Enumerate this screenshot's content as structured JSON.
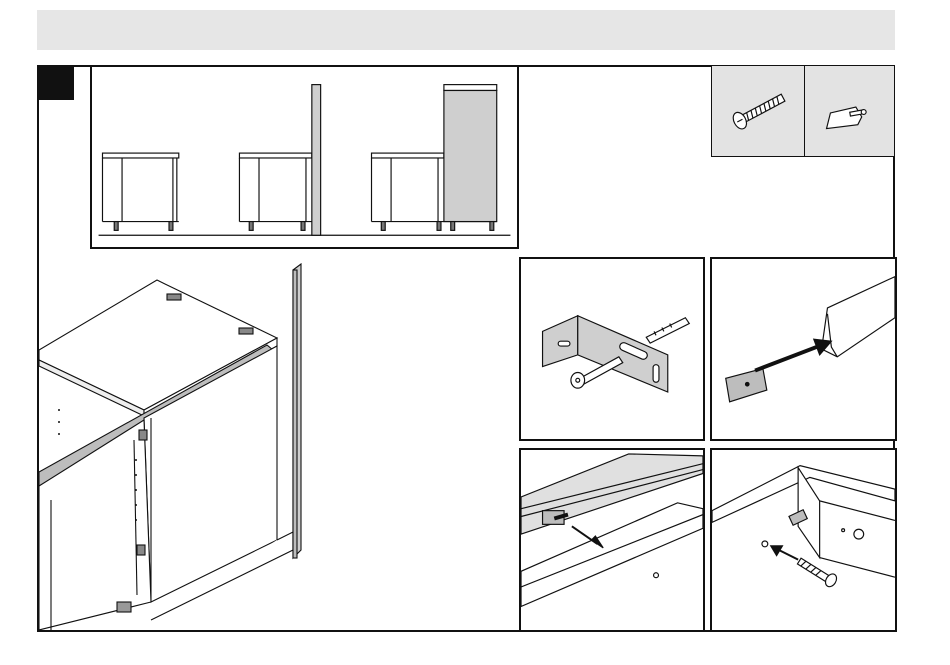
{
  "step": {
    "number": "",
    "badge_color": "#111111"
  },
  "colors": {
    "header": "#e6e6e6",
    "line": "#111111",
    "parts_bg": "#e3e3e3",
    "panel_fill": "#d4d4d4"
  },
  "hardware": {
    "items": [
      "screw-icon",
      "connector-plate-icon"
    ]
  },
  "panels": {
    "overview": "cabinet-sequence-illustration",
    "main": "cabinet-worktop-assembly-illustration",
    "bracket": "angle-bracket-kit-illustration",
    "clip": "clip-to-rail-illustration",
    "pin": "pin-insert-illustration",
    "screw": "screw-insert-illustration"
  }
}
